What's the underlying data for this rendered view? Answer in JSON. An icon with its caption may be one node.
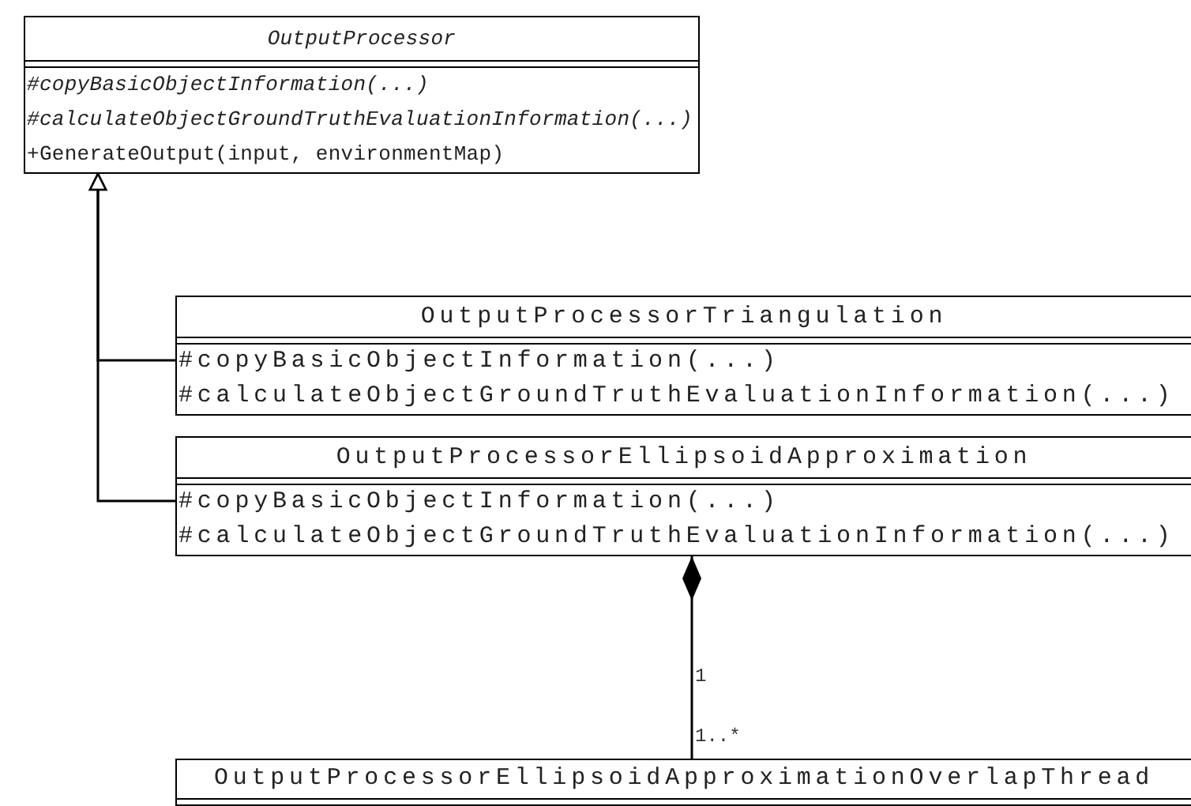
{
  "diagram": {
    "nodes": [
      {
        "text": [
          "OutputProcessor",
          "#copyBasicObjectInformation(...)",
          "#calculateObjectGroundTruthEvaluationInformation(...)",
          "+GenerateOutput(input, environmentMap)"
        ]
      },
      {
        "text": [
          "OutputProcessorTriangulation",
          "#copyBasicObjectInformation(...)",
          "#calculateObjectGroundTruthEvaluationInformation(...)"
        ]
      },
      {
        "text": [
          "OutputProcessorEllipsoidApproximation",
          "#copyBasicObjectInformation(...)",
          "#calculateObjectGroundTruthEvaluationInformation(...)"
        ]
      },
      {
        "text": [
          "OutputProcessorEllipsoidApproximationOverlapThread"
        ]
      }
    ],
    "edges": [
      {
        "from": 1,
        "to": 0,
        "arrow": "to"
      },
      {
        "from": 2,
        "to": 0,
        "arrow": "to"
      },
      {
        "from": 2,
        "to": 3,
        "arrow": "other"
      }
    ],
    "labels": [
      "1",
      "1..*"
    ]
  }
}
